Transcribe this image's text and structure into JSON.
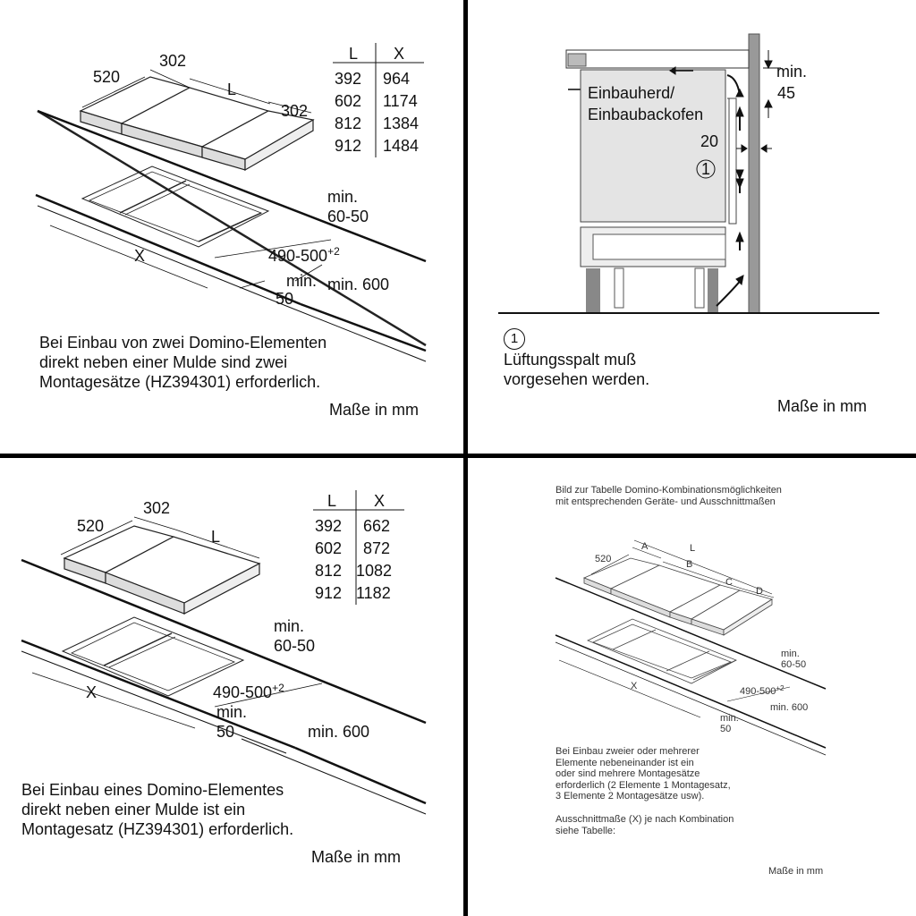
{
  "panel1": {
    "dims": {
      "depth": "520",
      "element_width": "302",
      "length": "L",
      "element_width_right": "302",
      "cutout_depth_min": "min.",
      "cutout_depth_val": "60-50",
      "cutout_x": "X",
      "cutout_depth": "490-500",
      "cutout_depth_sup": "+2",
      "edge_min": "min.",
      "edge_val": "50",
      "worktop_min": "min. 600"
    },
    "table": {
      "headers": [
        "L",
        "X"
      ],
      "rows": [
        [
          "392",
          "964"
        ],
        [
          "602",
          "1174"
        ],
        [
          "812",
          "1384"
        ],
        [
          "912",
          "1484"
        ]
      ]
    },
    "note_lines": [
      "Bei Einbau von zwei Domino-Elementen",
      "direkt neben einer Mulde sind zwei",
      "Montagesätze (HZ394301) erforderlich."
    ],
    "unit": "Maße in mm"
  },
  "panel2": {
    "oven_label_line1": "Einbauherd/",
    "oven_label_line2": "Einbaubackofen",
    "min_label": "min.",
    "min_value": "45",
    "gap_value": "20",
    "marker": "1",
    "note_marker": "1",
    "note_lines": [
      "Lüftungsspalt muß",
      "vorgesehen werden."
    ],
    "unit": "Maße in mm"
  },
  "panel3": {
    "dims": {
      "depth": "520",
      "element_width": "302",
      "length": "L",
      "cutout_depth_min": "min.",
      "cutout_depth_val": "60-50",
      "cutout_x": "X",
      "cutout_depth": "490-500",
      "cutout_depth_sup": "+2",
      "edge_min": "min.",
      "edge_val": "50",
      "worktop_min": "min. 600"
    },
    "table": {
      "headers": [
        "L",
        "X"
      ],
      "rows": [
        [
          "392",
          "662"
        ],
        [
          "602",
          "872"
        ],
        [
          "812",
          "1082"
        ],
        [
          "912",
          "1182"
        ]
      ]
    },
    "note_lines": [
      "Bei Einbau eines Domino-Elementes",
      "direkt neben einer Mulde ist ein",
      "Montagesatz (HZ394301) erforderlich."
    ],
    "unit": "Maße in mm"
  },
  "panel4": {
    "caption_lines": [
      "Bild zur Tabelle Domino-Kombinationsmöglichkeiten",
      "mit entsprechenden Geräte- und Ausschnittmaßen"
    ],
    "dims": {
      "depth": "520",
      "a": "A",
      "l": "L",
      "b": "B",
      "c": "C",
      "d": "D",
      "cutout_depth_min": "min.",
      "cutout_depth_val": "60-50",
      "cutout_x": "X",
      "cutout_depth": "490-500",
      "cutout_depth_sup": "+2",
      "worktop_min": "min. 600",
      "edge_min": "min.",
      "edge_val": "50"
    },
    "note1_lines": [
      "Bei Einbau zweier oder mehrerer",
      "Elemente nebeneinander ist ein",
      "oder sind mehrere Montagesätze",
      "erforderlich (2 Elemente 1 Montagesatz,",
      "3 Elemente 2 Montagesätze usw)."
    ],
    "note2_lines": [
      "Ausschnittmaße (X) je nach Kombination",
      "siehe Tabelle:"
    ],
    "unit": "Maße in mm"
  }
}
